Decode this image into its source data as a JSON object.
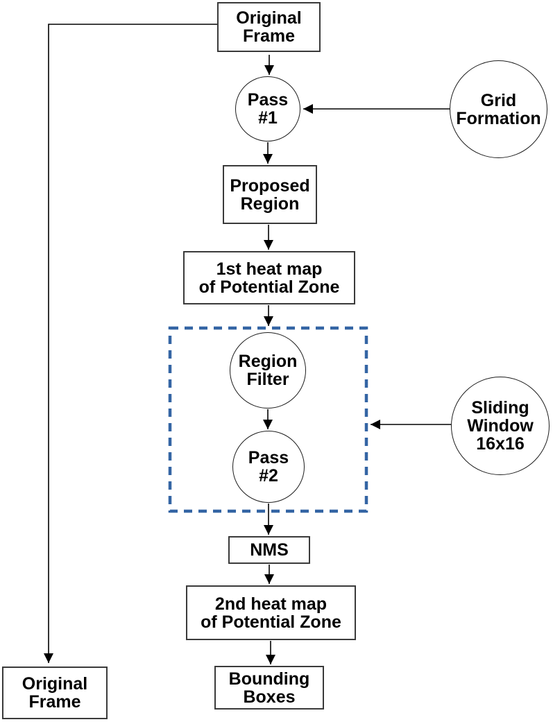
{
  "nodes": {
    "original_frame_top": "Original\nFrame",
    "pass_1": "Pass\n#1",
    "grid_formation": "Grid\nFormation",
    "proposed_region": "Proposed\nRegion",
    "heatmap_1": "1st heat map\nof Potential Zone",
    "region_filter": "Region\nFilter",
    "pass_2": "Pass\n#2",
    "sliding_window": "Sliding\nWindow\n16x16",
    "nms": "NMS",
    "heatmap_2": "2nd heat map\nof Potential Zone",
    "bounding_boxes": "Bounding\nBoxes",
    "original_frame_bottom": "Original\nFrame"
  },
  "colors": {
    "dashed_group_border": "#3465a4",
    "connector": "#000000"
  }
}
